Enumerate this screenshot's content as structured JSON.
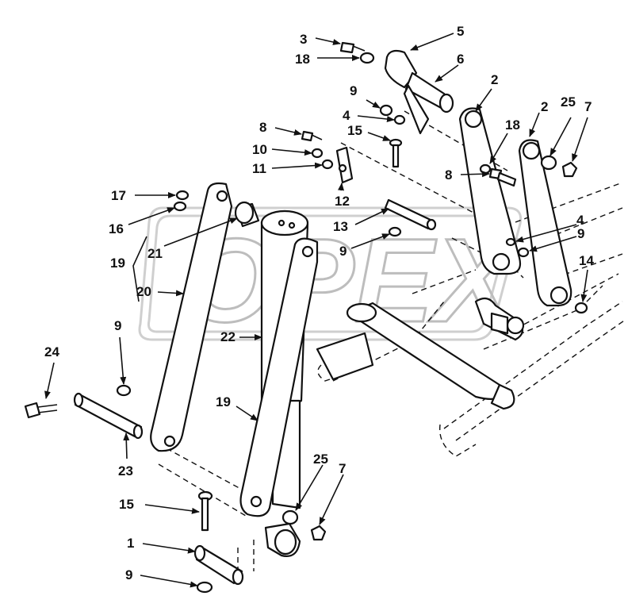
{
  "watermark": "OPEX",
  "callouts": [
    {
      "id": "c3",
      "label": "3"
    },
    {
      "id": "c5",
      "label": "5"
    },
    {
      "id": "c18a",
      "label": "18"
    },
    {
      "id": "c6",
      "label": "6"
    },
    {
      "id": "c2a",
      "label": "2"
    },
    {
      "id": "c9a",
      "label": "9"
    },
    {
      "id": "c4a",
      "label": "4"
    },
    {
      "id": "c2b",
      "label": "2"
    },
    {
      "id": "c25a",
      "label": "25"
    },
    {
      "id": "c7a",
      "label": "7"
    },
    {
      "id": "c18b",
      "label": "18"
    },
    {
      "id": "c15a",
      "label": "15"
    },
    {
      "id": "c8a",
      "label": "8"
    },
    {
      "id": "c10",
      "label": "10"
    },
    {
      "id": "c11",
      "label": "11"
    },
    {
      "id": "c8b",
      "label": "8"
    },
    {
      "id": "c12",
      "label": "12"
    },
    {
      "id": "c17",
      "label": "17"
    },
    {
      "id": "c16",
      "label": "16"
    },
    {
      "id": "c13",
      "label": "13"
    },
    {
      "id": "c4b",
      "label": "4"
    },
    {
      "id": "c9b",
      "label": "9"
    },
    {
      "id": "c21",
      "label": "21"
    },
    {
      "id": "c9c",
      "label": "9"
    },
    {
      "id": "c19a",
      "label": "19"
    },
    {
      "id": "c14",
      "label": "14"
    },
    {
      "id": "c20",
      "label": "20"
    },
    {
      "id": "c22",
      "label": "22"
    },
    {
      "id": "c9d",
      "label": "9"
    },
    {
      "id": "c24",
      "label": "24"
    },
    {
      "id": "c19b",
      "label": "19"
    },
    {
      "id": "c23",
      "label": "23"
    },
    {
      "id": "c25b",
      "label": "25"
    },
    {
      "id": "c7b",
      "label": "7"
    },
    {
      "id": "c15b",
      "label": "15"
    },
    {
      "id": "c1",
      "label": "1"
    },
    {
      "id": "c9e",
      "label": "9"
    }
  ]
}
